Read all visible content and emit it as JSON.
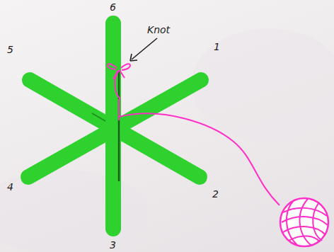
{
  "diagram": {
    "labels": [
      "6",
      "5",
      "Knot",
      "1",
      "4",
      "2",
      "3"
    ]
  }
}
